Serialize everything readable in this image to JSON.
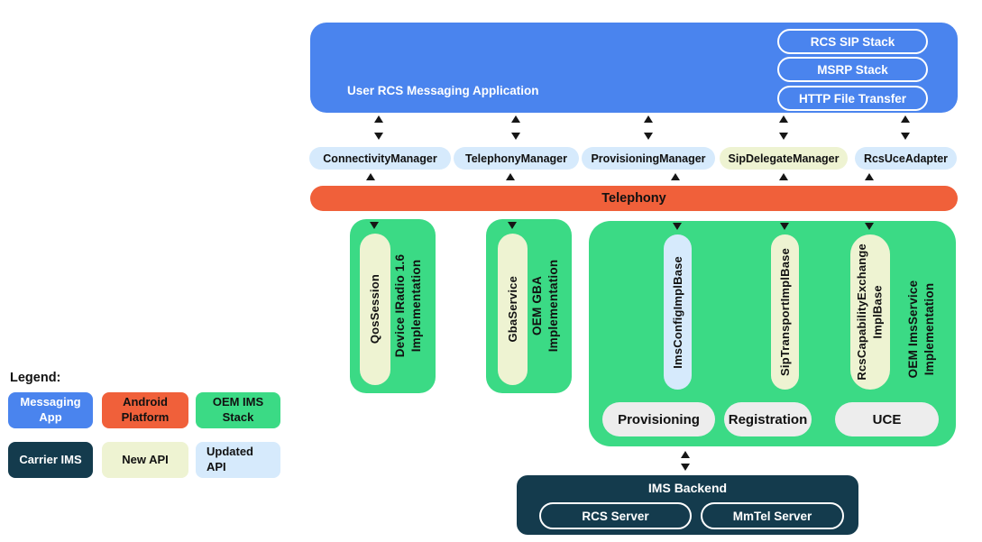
{
  "app": {
    "title": "User RCS Messaging Application",
    "stacks": [
      "RCS SIP Stack",
      "MSRP Stack",
      "HTTP File Transfer"
    ]
  },
  "managers": [
    {
      "label": "ConnectivityManager",
      "type": "updated"
    },
    {
      "label": "TelephonyManager",
      "type": "updated"
    },
    {
      "label": "ProvisioningManager",
      "type": "updated"
    },
    {
      "label": "SipDelegateManager",
      "type": "new"
    },
    {
      "label": "RcsUceAdapter",
      "type": "updated"
    }
  ],
  "platform": {
    "label": "Telephony"
  },
  "oem": {
    "radio": {
      "api": "QosSession",
      "caption": "Device IRadio 1.6\nImplementation"
    },
    "gba": {
      "api": "GbaService",
      "caption": "OEM GBA\nImplementation"
    },
    "ims": {
      "apis": [
        {
          "label": "ImsConfigImplBase",
          "type": "updated"
        },
        {
          "label": "SipTransportImplBase",
          "type": "new"
        },
        {
          "label": "RcsCapabilityExchange\nImplBase",
          "type": "new"
        }
      ],
      "caption": "OEM ImsService\nImplementation",
      "features": [
        "Provisioning",
        "Registration",
        "UCE"
      ]
    }
  },
  "backend": {
    "title": "IMS Backend",
    "servers": [
      "RCS Server",
      "MmTel Server"
    ]
  },
  "legend": {
    "title": "Legend:",
    "items": [
      {
        "label": "Messaging\nApp",
        "type": "messaging-app"
      },
      {
        "label": "Android\nPlatform",
        "type": "android-platform"
      },
      {
        "label": "OEM IMS\nStack",
        "type": "oem-ims-stack"
      },
      {
        "label": "Carrier IMS",
        "type": "carrier-ims"
      },
      {
        "label": "New API",
        "type": "new-api"
      },
      {
        "label": "Updated\nAPI",
        "type": "updated-api"
      }
    ]
  },
  "colors": {
    "messaging_app": "#4a84ee",
    "android_platform": "#f0603a",
    "oem_ims_stack": "#3bda85",
    "carrier_ims": "#143b4d",
    "new_api": "#eef3d2",
    "updated_api": "#d6eafc",
    "feature_pill": "#ededed"
  }
}
